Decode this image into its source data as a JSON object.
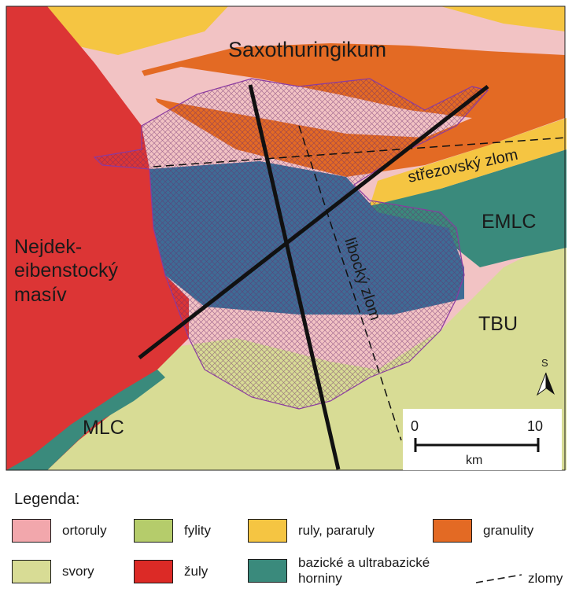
{
  "map_labels": {
    "saxothuringikum": "Saxothuringikum",
    "strezovsky_zlom": "střezovský zlom",
    "emlc": "EMLC",
    "nejdek_line1": "Nejdek-",
    "nejdek_line2": "eibenstocký",
    "nejdek_line3": "masív",
    "libocky_zlom": "libocký zlom",
    "tbu": "TBU",
    "mlc": "MLC"
  },
  "north_arrow": {
    "label": "S",
    "icon": "north-arrow-icon"
  },
  "scale_bar": {
    "start": "0",
    "end": "10",
    "unit": "km"
  },
  "legend": {
    "title": "Legenda:",
    "items": [
      {
        "label": "ortoruly",
        "color": "#f2a7ac"
      },
      {
        "label": "fylity",
        "color": "#b5cc6b"
      },
      {
        "label": "ruly, pararuly",
        "color": "#f5c542"
      },
      {
        "label": "granulity",
        "color": "#e36a24"
      },
      {
        "label": "svory",
        "color": "#d8dc95"
      },
      {
        "label": "žuly",
        "color": "#dc2a26"
      },
      {
        "label": "bazické a ultrabazické horniny",
        "color": "#3a8a7c"
      },
      {
        "label": "zlomy",
        "color": "#1a1a1a"
      }
    ]
  }
}
